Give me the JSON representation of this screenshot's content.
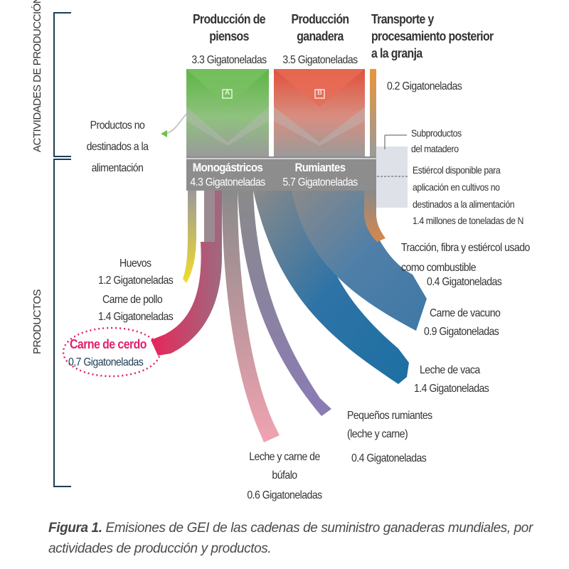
{
  "side_labels": {
    "top": "ACTIVIDADES DE PRODUCCIÓN",
    "bottom": "PRODUCTOS"
  },
  "activities": [
    {
      "title_line1": "Producción de",
      "title_line2": "piensos",
      "value": "3.3 Gigatoneladas",
      "badge": "A",
      "color": "#5db544"
    },
    {
      "title_line1": "Producción",
      "title_line2": "ganadera",
      "value": "3.5 Gigatoneladas",
      "badge": "B",
      "color": "#e0513a"
    },
    {
      "title_line1": "Transporte y",
      "title_line2": "procesamiento posterior",
      "title_line3": "a la granja",
      "value": "0.2 Gigatoneladas",
      "color": "#e8963a"
    }
  ],
  "non_feed": {
    "line1": "Productos no",
    "line2": "destinados a la",
    "line3": "alimentación",
    "color": "#6fbf4a"
  },
  "groups": [
    {
      "name": "Monogástricos",
      "value": "4.3 Gigatoneladas"
    },
    {
      "name": "Rumiantes",
      "value": "5.7 Gigatoneladas"
    }
  ],
  "side_notes": {
    "subproducts_line1": "Subproductos",
    "subproducts_line2": "del matadero",
    "manure_line1": "Estiércol disponible para",
    "manure_line2": "aplicación en cultivos no",
    "manure_line3": "destinados a la alimentación",
    "manure_line4": "1.4 millones de toneladas de N"
  },
  "products": [
    {
      "name": "Huevos",
      "value": "1.2 Gigatoneladas",
      "color": "#f3dc2b"
    },
    {
      "name": "Carne de pollo",
      "value": "1.4 Gigatoneladas",
      "color": "#ef9db0"
    },
    {
      "name": "Carne de cerdo",
      "value": "0,7 Gigatoneladas",
      "color": "#e8265a"
    },
    {
      "name_line1": "Leche y carne de",
      "name_line2": "búfalo",
      "value": "0.6 Gigatoneladas",
      "color": "#f0a3b1"
    },
    {
      "name_line1": "Pequeños rumiantes",
      "name_line2": "(leche y carne)",
      "value": "0.4 Gigatoneladas",
      "color": "#8a7bb5"
    },
    {
      "name": "Leche de vaca",
      "value": "1.4 Gigatoneladas",
      "color": "#1d6fa3"
    },
    {
      "name": "Carne de vacuno",
      "value": "0.9 Gigatoneladas",
      "color": "#3f78a6"
    },
    {
      "name_line1": "Tracción, fibra y estiércol usado",
      "name_line2": "como combustible",
      "value": "0.4 Gigatoneladas",
      "color": "#d7874a"
    }
  ],
  "caption": {
    "label": "Figura 1.",
    "text": " Emisiones de GEI de las cadenas de suministro ganaderas mundiales, por actividades de producción y productos."
  }
}
